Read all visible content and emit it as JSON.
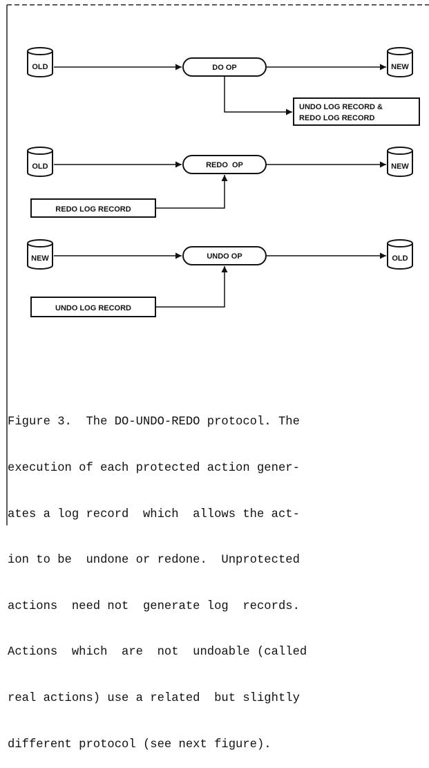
{
  "rows": [
    {
      "source": "OLD",
      "op": "DO OP",
      "target": "NEW",
      "log_output": [
        "UNDO LOG RECORD &",
        "REDO LOG RECORD"
      ]
    },
    {
      "source": "OLD",
      "op": "REDO  OP",
      "target": "NEW",
      "log_input": "REDO LOG RECORD"
    },
    {
      "source": "NEW",
      "op": "UNDO OP",
      "target": "OLD",
      "log_input": "UNDO LOG RECORD"
    }
  ],
  "caption": {
    "lines": [
      "Figure 3.  The DO-UNDO-REDO protocol. The",
      "execution of each protected action gener-",
      "ates a log record  which  allows the act-",
      "ion to be  undone or redone.  Unprotected",
      "actions  need not  generate log  records.",
      "Actions  which  are  not  undoable (called",
      "real actions) use a related  but slightly",
      "different protocol (see next figure)."
    ]
  }
}
